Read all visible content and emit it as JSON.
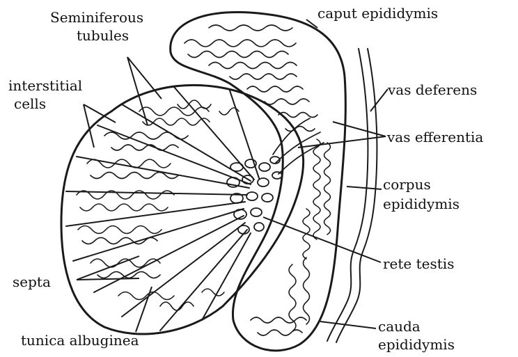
{
  "labels": {
    "seminiferous_tubules_1": "Seminiferous",
    "seminiferous_tubules_2": "tubules",
    "interstitial_cells_1": "interstitial",
    "interstitial_cells_2": "cells",
    "septa": "septa",
    "tunica_albuginea": "tunica albuginea",
    "caput_epididymis": "caput epididymis",
    "vas_deferens": "vas deferens",
    "vas_efferentia": "vas efferentia",
    "corpus_epididymis_1": "corpus",
    "corpus_epididymis_2": "epididymis",
    "rete_testis": "rete testis",
    "cauda_epididymis_1": "cauda",
    "cauda_epididymis_2": "epididymis"
  },
  "colors": {
    "ink": "#1a1a1a",
    "background": "#ffffff"
  }
}
